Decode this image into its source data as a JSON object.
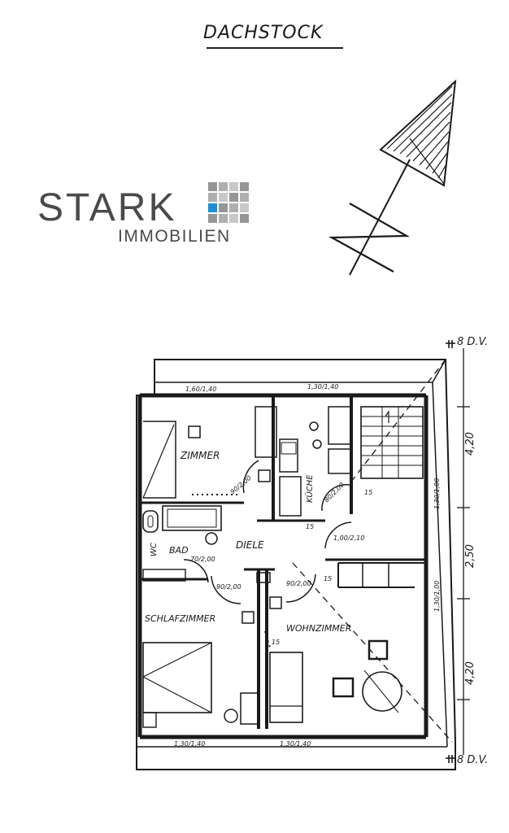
{
  "header": {
    "title": "DACHSTOCK"
  },
  "logo": {
    "main": "STARK",
    "sub": "IMMOBILIEN",
    "accent_color": "#1e8fd6",
    "grid_color": "#b8b8b8"
  },
  "compass": {
    "icon": "north-arrow-icon"
  },
  "rooms": {
    "zimmer": "ZIMMER",
    "kueche": "KÜCHE",
    "bad": "BAD",
    "wc": "WC",
    "diele": "DIELE",
    "schlafzimmer": "SCHLAFZIMMER",
    "wohnzimmer": "WOHNZIMMER"
  },
  "dimensions": {
    "window_top_left": "1,60/1,40",
    "window_top_right": "1,30/1,40",
    "window_bottom_left": "1,30/1,40",
    "window_bottom_right": "1,30/1,40",
    "door_zimmer": "90/2,00",
    "door_kueche": "80/2,00",
    "door_bad": "70/2,00",
    "door_schlaf": "90/2,00",
    "door_wohn": "90/2,00",
    "door_diele": "1,00/2,10",
    "window_side_top": "1,30/1,00",
    "window_side_bottom": "1,30/1,00",
    "height_top": "4,20",
    "height_mid": "2,50",
    "height_bottom": "4,20",
    "dv_top": "8 D.V.",
    "dv_bottom": "8 D.V.",
    "step_15_a": "15",
    "step_15_b": "15",
    "step_15_c": "15",
    "step_15_d": "15"
  }
}
